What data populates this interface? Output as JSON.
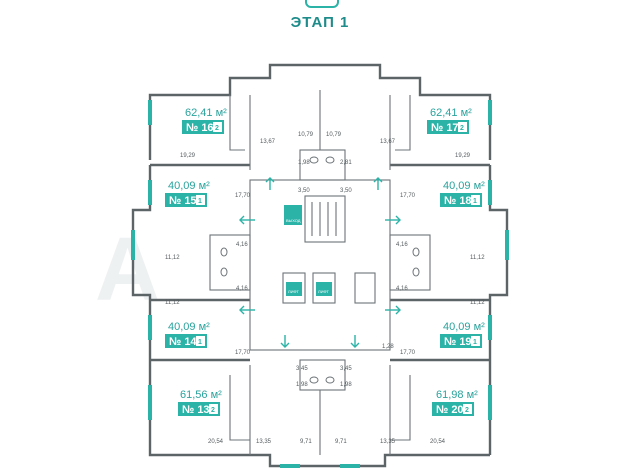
{
  "stage": {
    "title": "ЭТАП 1"
  },
  "colors": {
    "accent": "#2bb3a8",
    "wall": "#5d6468",
    "text": "#1e8c8a"
  },
  "apartments": [
    {
      "number": "№ 16",
      "area": "62,41 м²",
      "rooms": "2",
      "dims": [
        "13,67",
        "19,29"
      ]
    },
    {
      "number": "№ 17",
      "area": "62,41 м²",
      "rooms": "2",
      "dims": [
        "13,67",
        "19,29"
      ]
    },
    {
      "number": "№ 15",
      "area": "40,09 м²",
      "rooms": "1",
      "dims": [
        "17,70",
        "11,12"
      ]
    },
    {
      "number": "№ 18",
      "area": "40,09 м²",
      "rooms": "1",
      "dims": [
        "17,70",
        "11,12"
      ]
    },
    {
      "number": "№ 14",
      "area": "40,09 м²",
      "rooms": "1",
      "dims": [
        "11,12",
        "17,70"
      ]
    },
    {
      "number": "№ 19",
      "area": "40,09 м²",
      "rooms": "1",
      "dims": [
        "11,12",
        "17,70"
      ]
    },
    {
      "number": "№ 13",
      "area": "61,56 м²",
      "rooms": "2",
      "dims": [
        "20,54",
        "13,35"
      ]
    },
    {
      "number": "№ 20",
      "area": "61,98 м²",
      "rooms": "2",
      "dims": [
        "13,35",
        "20,54"
      ]
    }
  ],
  "core_dims": {
    "top_left": "10,79",
    "top_right": "10,79",
    "stair_left": "3,50",
    "stair_right": "3,50",
    "bath_top_left": "1,98",
    "bath_top_right": "2,81",
    "bath_side_top_left": "4,16",
    "bath_side_bottom_left": "4,16",
    "bath_side_top_right": "4,16",
    "bath_side_bottom_right": "4,16",
    "bottom_left": "9,71",
    "bottom_right": "9,71",
    "bath_bottom_left": "1,98",
    "bath_bottom_right": "1,98",
    "lift_left": "3,45",
    "lift_right": "3,45",
    "bath_mid_right": "1,28"
  },
  "signs": {
    "exit": "ВЫХОД",
    "lift": "ЛИФТ"
  }
}
